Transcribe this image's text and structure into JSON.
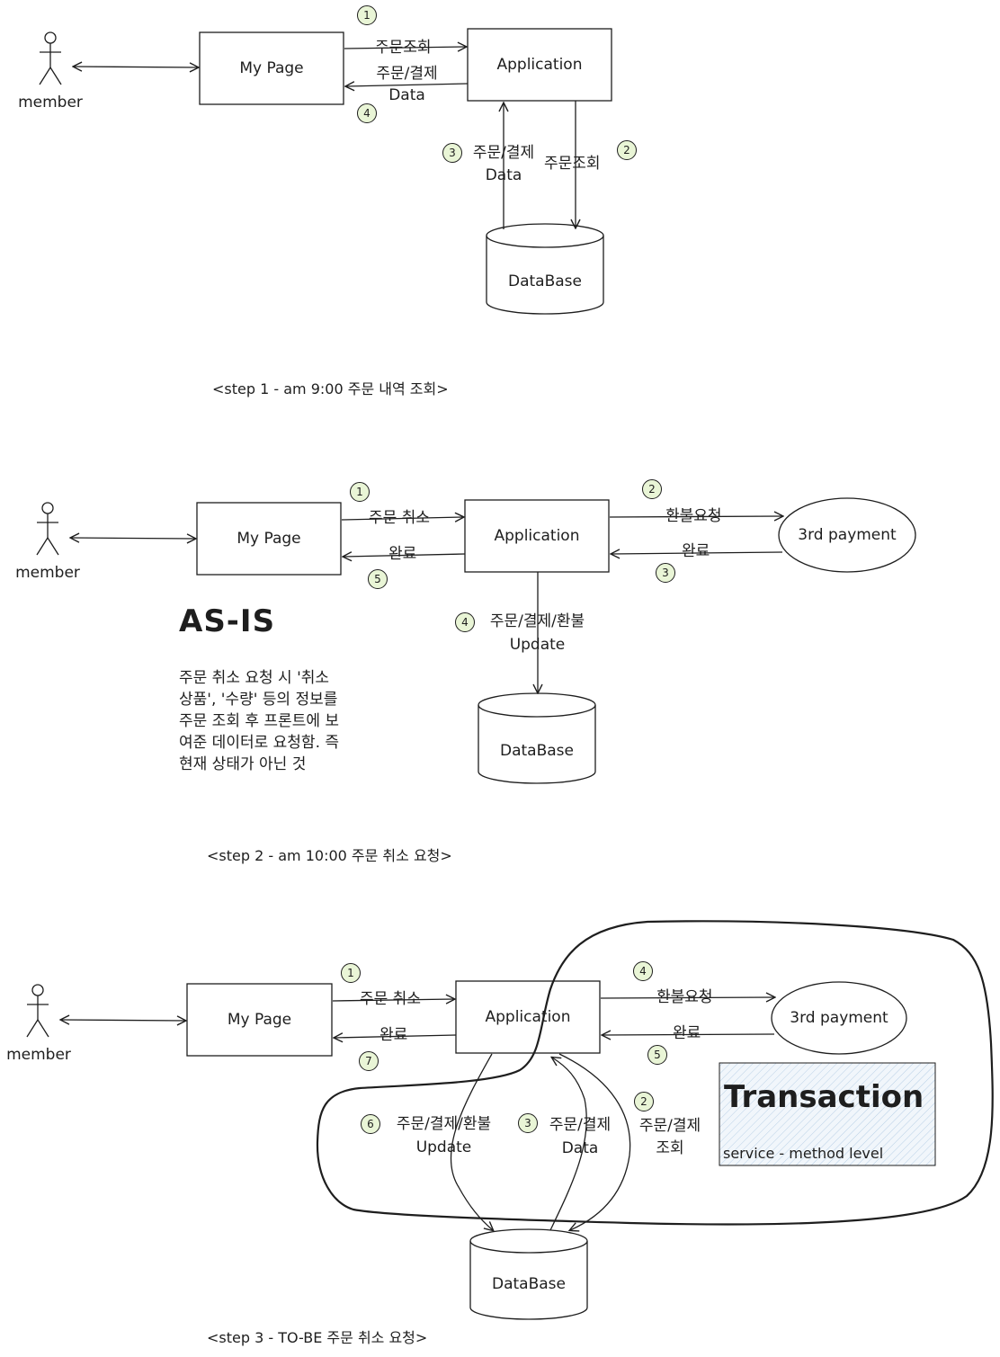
{
  "colors": {
    "stroke": "#1e1e1e",
    "badge_fill": "#e9f5d6",
    "transaction_fill": "#e7f0f8"
  },
  "step1": {
    "actor": "member",
    "mypage": "My Page",
    "application": "Application",
    "database": "DataBase",
    "label_query": "주문조회",
    "label_data_line1": "주문/결제",
    "label_data_line2": "Data",
    "label_db_data_line1": "주문/결제",
    "label_db_data_line2": "Data",
    "label_db_query": "주문조회",
    "badges": [
      "1",
      "2",
      "3",
      "4"
    ],
    "caption": "<step 1 - am 9:00 주문 내역 조회>"
  },
  "step2": {
    "actor": "member",
    "mypage": "My Page",
    "application": "Application",
    "payment": "3rd payment",
    "database": "DataBase",
    "label_cancel": "주문 취소",
    "label_done": "완료",
    "label_refund": "환불요청",
    "label_payment_done": "완료",
    "label_update_line1": "주문/결제/환불",
    "label_update_line2": "Update",
    "badges": [
      "1",
      "2",
      "3",
      "4",
      "5"
    ],
    "asis_title": "AS-IS",
    "asis_note": "주문 취소 요청 시 '취소 상품', '수량' 등의 정보를 주문 조회 후 프론트에 보여준 데이터로 요청함. 즉 현재 상태가 아닌 것",
    "caption": "<step 2 - am 10:00 주문 취소 요청>"
  },
  "step3": {
    "actor": "member",
    "mypage": "My Page",
    "application": "Application",
    "payment": "3rd payment",
    "database": "DataBase",
    "label_cancel": "주문 취소",
    "label_done": "완료",
    "label_refund": "환불요청",
    "label_payment_done": "완료",
    "label_update_line1": "주문/결제/환불",
    "label_update_line2": "Update",
    "label_data_line1": "주문/결제",
    "label_data_line2": "Data",
    "label_query_line1": "주문/결제",
    "label_query_line2": "조회",
    "badges": [
      "1",
      "2",
      "3",
      "4",
      "5",
      "6",
      "7"
    ],
    "transaction_title": "Transaction",
    "transaction_sub": "service - method level",
    "caption": "<step 3 - TO-BE 주문 취소 요청>"
  }
}
